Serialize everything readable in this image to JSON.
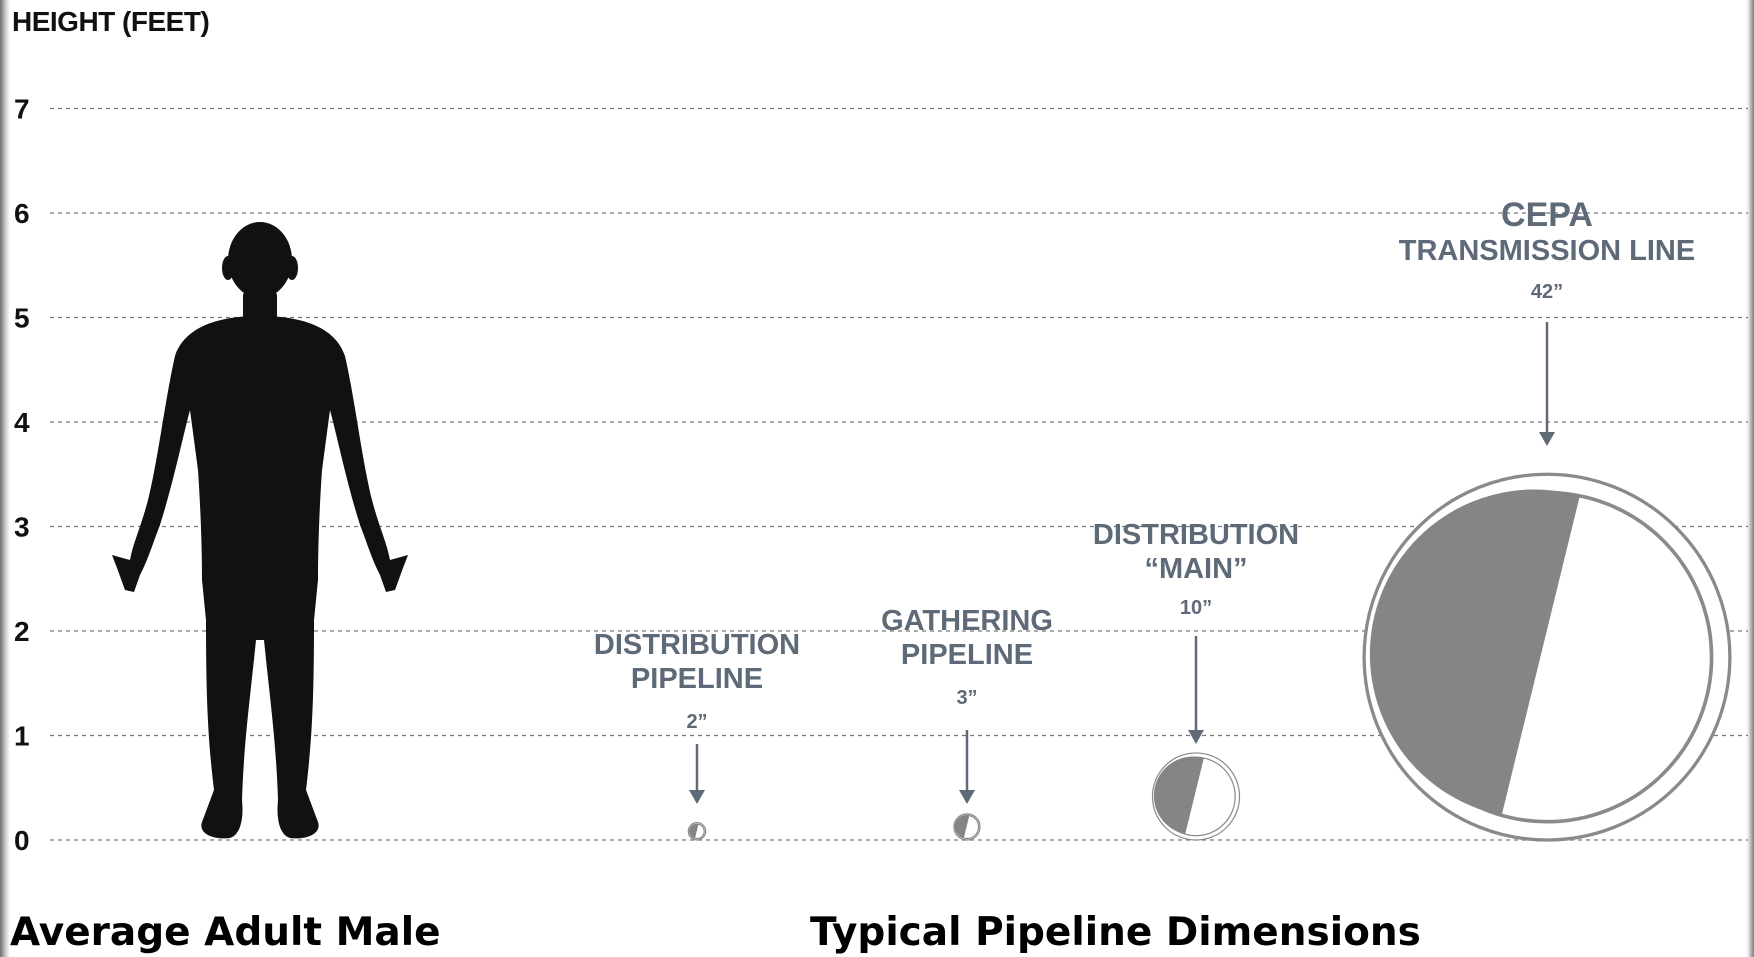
{
  "axis": {
    "title": "HEIGHT (FEET)",
    "ticks": [
      "0",
      "1",
      "2",
      "3",
      "4",
      "5",
      "6",
      "7"
    ]
  },
  "colors": {
    "label": "#5e6a77",
    "arrow": "#5e6a77",
    "pipe_fill": "#858585",
    "pipe_ring": "#8a8a8a",
    "silhouette": "#111111",
    "grid": "#777777"
  },
  "figure": {
    "icon": "adult-male-silhouette-icon"
  },
  "pipes": [
    {
      "id": "distribution-pipeline",
      "lines": [
        "DISTRIBUTION",
        "PIPELINE"
      ],
      "size": "2”",
      "diameter_in": 2
    },
    {
      "id": "gathering-pipeline",
      "lines": [
        "GATHERING",
        "PIPELINE"
      ],
      "size": "3”",
      "diameter_in": 3
    },
    {
      "id": "distribution-main",
      "lines": [
        "DISTRIBUTION",
        "“MAIN”"
      ],
      "size": "10”",
      "diameter_in": 10
    },
    {
      "id": "cepa-transmission-line",
      "lines": [
        "CEPA",
        "TRANSMISSION LINE"
      ],
      "size": "42”",
      "diameter_in": 42
    }
  ],
  "captions": {
    "left": "Average Adult Male",
    "right": "Typical Pipeline Dimensions"
  }
}
